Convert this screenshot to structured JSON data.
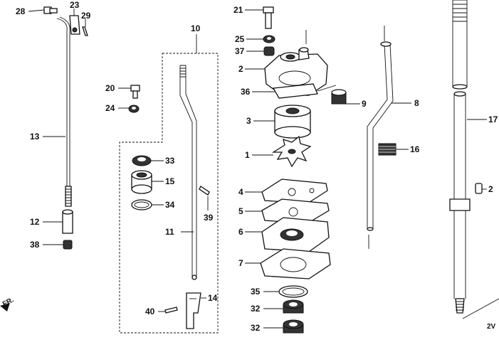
{
  "callouts": {
    "c1": "1",
    "c2": "2",
    "c3": "3",
    "c4": "4",
    "c5": "5",
    "c6": "6",
    "c7": "7",
    "c8": "8",
    "c9": "9",
    "c10": "10",
    "c11": "11",
    "c12": "12",
    "c13": "13",
    "c14": "14",
    "c15": "15",
    "c16": "16",
    "c17": "17",
    "c20": "20",
    "c21": "21",
    "c23": "23",
    "c24": "24",
    "c25": "25",
    "c28": "28",
    "c29": "29",
    "c32a": "32",
    "c32b": "32",
    "c33": "33",
    "c34": "34",
    "c35": "35",
    "c36": "36",
    "c37": "37",
    "c38": "38",
    "c39": "39",
    "c40": "40",
    "c2r": "2"
  },
  "corner_code": "2V",
  "front_mark": "FR."
}
